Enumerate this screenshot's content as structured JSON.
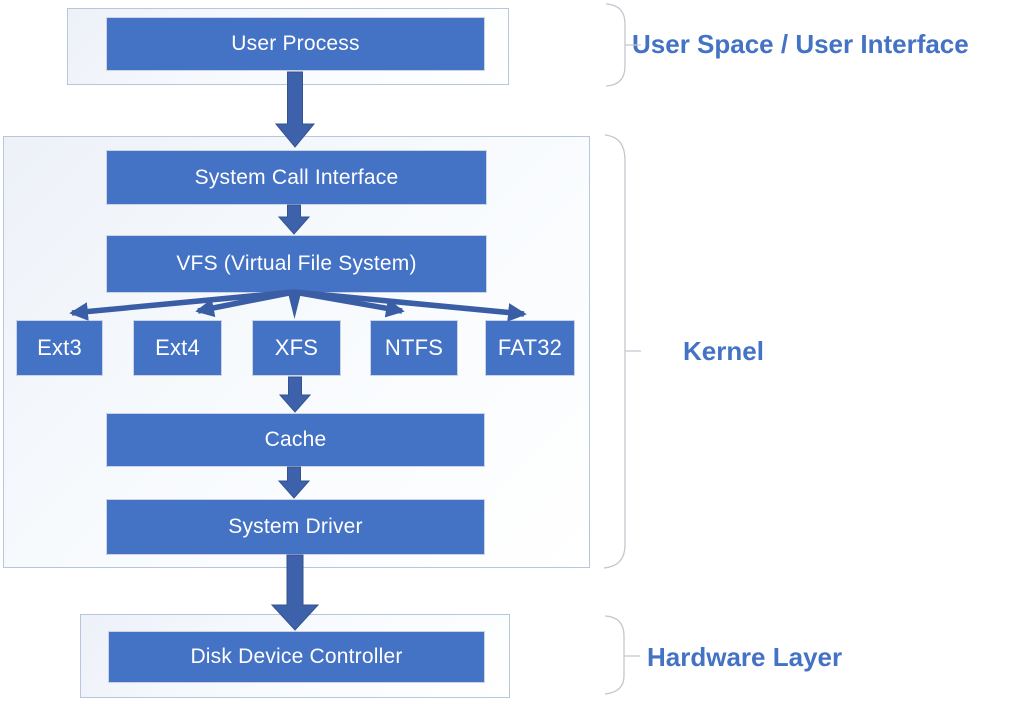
{
  "diagram": {
    "layer_labels": {
      "user_space": "User Space / User Interface",
      "kernel": "Kernel",
      "hardware": "Hardware Layer"
    },
    "nodes": {
      "user_process": "User Process",
      "system_call_interface": "System Call Interface",
      "vfs": "VFS (Virtual File System)",
      "cache": "Cache",
      "system_driver": "System Driver",
      "disk_device_controller": "Disk Device Controller"
    },
    "filesystems": [
      "Ext3",
      "Ext4",
      "XFS",
      "NTFS",
      "FAT32"
    ],
    "edges": [
      {
        "from": "User Process",
        "to": "System Call Interface"
      },
      {
        "from": "System Call Interface",
        "to": "VFS (Virtual File System)"
      },
      {
        "from": "VFS (Virtual File System)",
        "to": "Ext3"
      },
      {
        "from": "VFS (Virtual File System)",
        "to": "Ext4"
      },
      {
        "from": "VFS (Virtual File System)",
        "to": "XFS"
      },
      {
        "from": "VFS (Virtual File System)",
        "to": "NTFS"
      },
      {
        "from": "VFS (Virtual File System)",
        "to": "FAT32"
      },
      {
        "from": "XFS",
        "to": "Cache"
      },
      {
        "from": "Cache",
        "to": "System Driver"
      },
      {
        "from": "System Driver",
        "to": "Disk Device Controller"
      }
    ],
    "colors": {
      "node_fill": "#4472C4",
      "node_text": "#FFFFFF",
      "arrow": "#3D61AA",
      "layer_label_text": "#4472C4",
      "container_border": "#B5C6DD",
      "brace": "#C3C7CE"
    }
  }
}
